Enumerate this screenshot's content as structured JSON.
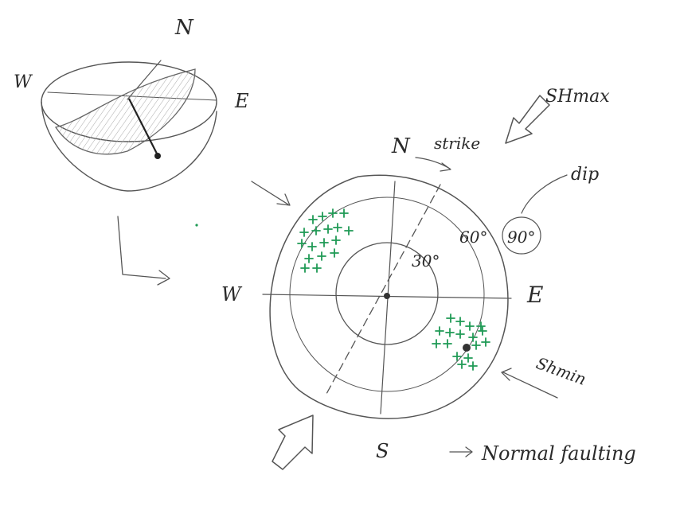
{
  "hemisphere": {
    "north_label": "N",
    "west_label": "W",
    "east_label": "E"
  },
  "stereonet": {
    "north_label": "N",
    "south_label": "S",
    "west_label": "W",
    "east_label": "E",
    "rings": [
      {
        "label": "30°"
      },
      {
        "label": "60°"
      },
      {
        "label": "90°"
      }
    ]
  },
  "annotations": {
    "strike": "strike",
    "dip": "dip",
    "shmax": "SHmax",
    "shmin": "Shmin",
    "result": "Normal faulting"
  },
  "colors": {
    "pencil": "#555555",
    "pole_marks": "#1f9a55"
  }
}
